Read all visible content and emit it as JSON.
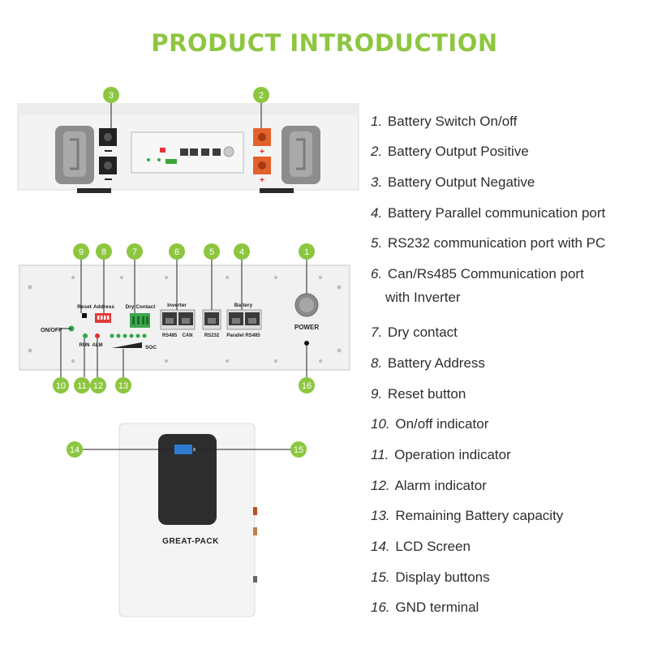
{
  "title": "PRODUCT INTRODUCTION",
  "accent_color": "#8dc63f",
  "legend": [
    {
      "num": "1.",
      "text": "Battery Switch On/off"
    },
    {
      "num": "2.",
      "text": "Battery Output Positive"
    },
    {
      "num": "3.",
      "text": "Battery Output Negative"
    },
    {
      "num": "4.",
      "text": "Battery Parallel communication port"
    },
    {
      "num": "5.",
      "text": "RS232 communication port with PC"
    },
    {
      "num": "6.",
      "text": "Can/Rs485 Communication port",
      "text2": "with Inverter"
    },
    {
      "num": "7.",
      "text": "Dry contact"
    },
    {
      "num": "8.",
      "text": "Battery Address"
    },
    {
      "num": "9.",
      "text": "Reset button"
    },
    {
      "num": "10.",
      "text": "On/off indicator"
    },
    {
      "num": "11.",
      "text": "Operation indicator"
    },
    {
      "num": "12.",
      "text": "Alarm indicator"
    },
    {
      "num": "13.",
      "text": "Remaining Battery capacity"
    },
    {
      "num": "14.",
      "text": "LCD Screen"
    },
    {
      "num": "15.",
      "text": "Display buttons"
    },
    {
      "num": "16.",
      "text": "GND terminal"
    }
  ],
  "callouts": {
    "c1": "1",
    "c2": "2",
    "c3": "3",
    "c4": "4",
    "c5": "5",
    "c6": "6",
    "c7": "7",
    "c8": "8",
    "c9": "9",
    "c10": "10",
    "c11": "11",
    "c12": "12",
    "c13": "13",
    "c14": "14",
    "c15": "15",
    "c16": "16"
  },
  "panel": {
    "reset": "Reset",
    "address": "Address",
    "dry_contact": "Dry Contact",
    "inverter": "Inverter",
    "battery": "Battery",
    "onoff": "ON/OFF",
    "run": "RUN",
    "alm": "ALM",
    "rs485": "RS485",
    "can": "CAN",
    "rs232": "RS232",
    "parallel_rs485": "Parallel RS485",
    "soc": "SOC",
    "power": "POWER"
  },
  "brand": "GREAT-PACK"
}
